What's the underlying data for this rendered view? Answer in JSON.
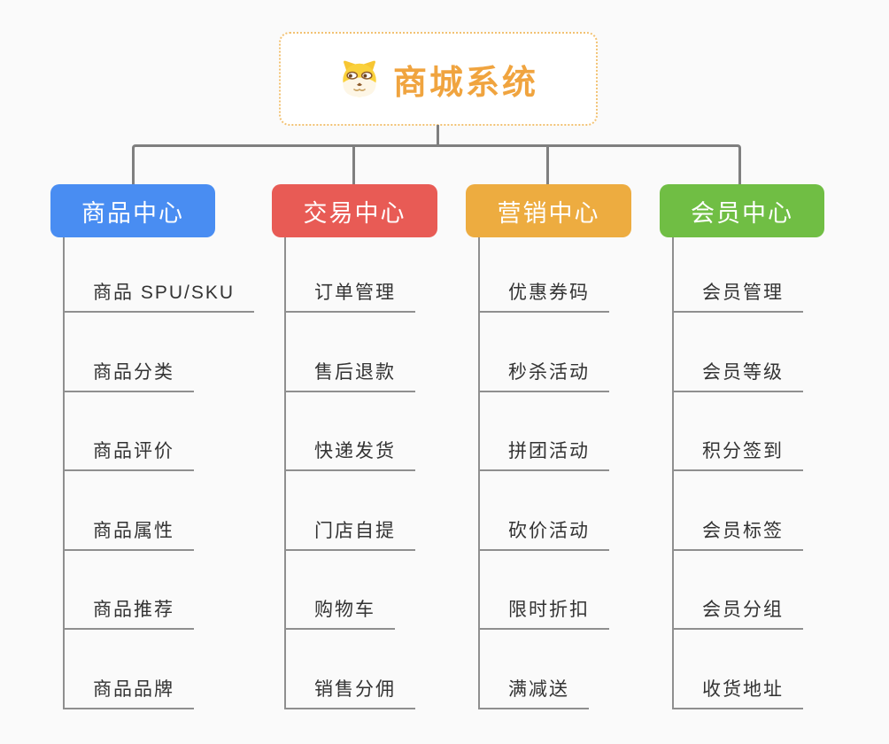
{
  "root": {
    "title": "商城系统",
    "icon": "dog-face-icon"
  },
  "branches": [
    {
      "label": "商品中心",
      "color": "#498df2",
      "items": [
        "商品 SPU/SKU",
        "商品分类",
        "商品评价",
        "商品属性",
        "商品推荐",
        "商品品牌"
      ]
    },
    {
      "label": "交易中心",
      "color": "#e85b55",
      "items": [
        "订单管理",
        "售后退款",
        "快递发货",
        "门店自提",
        "购物车",
        "销售分佣"
      ]
    },
    {
      "label": "营销中心",
      "color": "#edac40",
      "items": [
        "优惠券码",
        "秒杀活动",
        "拼团活动",
        "砍价活动",
        "限时折扣",
        "满减送"
      ]
    },
    {
      "label": "会员中心",
      "color": "#70be44",
      "items": [
        "会员管理",
        "会员等级",
        "积分签到",
        "会员标签",
        "会员分组",
        "收货地址"
      ]
    }
  ],
  "colors": {
    "background": "#fafafa",
    "connector": "#7f7f7f",
    "underline": "#8f8f8f",
    "root_title": "#f0a43f",
    "root_border": "#f2c273",
    "item_text": "#333333"
  }
}
